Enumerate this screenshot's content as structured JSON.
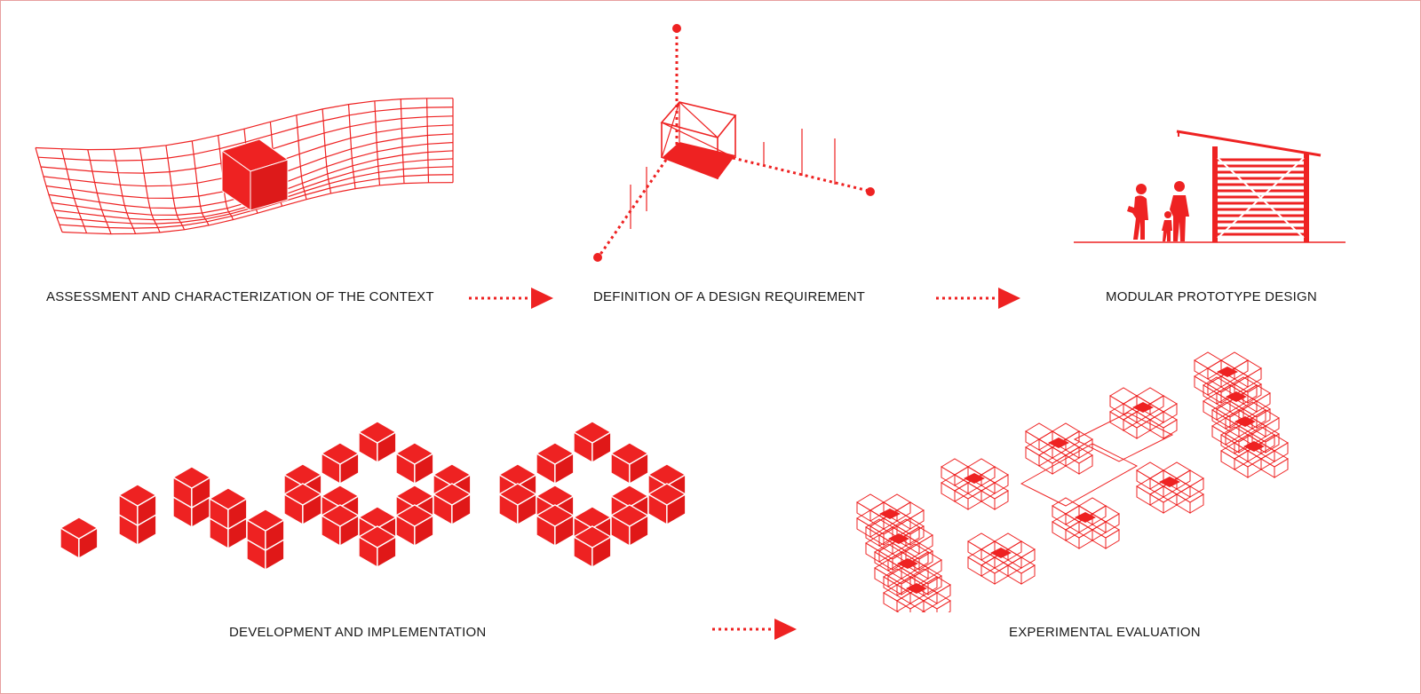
{
  "colors": {
    "accent": "#ee2222",
    "text": "#1a1a1a",
    "background": "#ffffff"
  },
  "stages": [
    {
      "label": "ASSESSMENT AND CHARACTERIZATION OF THE CONTEXT",
      "icon": "terrain-grid-cube-icon"
    },
    {
      "label": "DEFINITION OF A DESIGN REQUIREMENT",
      "icon": "axes-cube-icon"
    },
    {
      "label": "MODULAR PROTOTYPE DESIGN",
      "icon": "shelter-with-people-icon"
    },
    {
      "label": "DEVELOPMENT AND IMPLEMENTATION",
      "icon": "stacked-modules-icon"
    },
    {
      "label": "EXPERIMENTAL EVALUATION",
      "icon": "settlement-plan-icon"
    }
  ],
  "arrows": [
    {
      "from": "ASSESSMENT AND CHARACTERIZATION OF THE CONTEXT",
      "to": "DEFINITION OF A DESIGN REQUIREMENT"
    },
    {
      "from": "DEFINITION OF A DESIGN REQUIREMENT",
      "to": "MODULAR PROTOTYPE DESIGN"
    },
    {
      "from": "DEVELOPMENT AND IMPLEMENTATION",
      "to": "EXPERIMENTAL EVALUATION"
    }
  ]
}
